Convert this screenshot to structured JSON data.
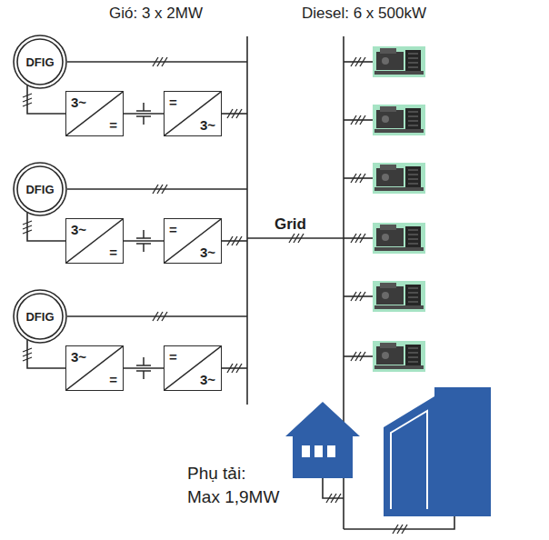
{
  "diagram": {
    "nodes": [
      {
        "text": [
          "DFIG"
        ]
      },
      {
        "text": [
          "3~",
          "="
        ]
      },
      {
        "text": [
          "=",
          "3~"
        ]
      },
      {
        "text": [
          "DFIG"
        ]
      },
      {
        "text": [
          "3~",
          "="
        ]
      },
      {
        "text": [
          "=",
          "3~"
        ]
      },
      {
        "text": [
          "DFIG"
        ]
      },
      {
        "text": [
          "3~",
          "="
        ]
      },
      {
        "text": [
          "=",
          "3~"
        ]
      }
    ],
    "edges": [
      {
        "from": 0,
        "to": 1,
        "arrow": "none"
      },
      {
        "from": 1,
        "to": 2,
        "arrow": "none"
      },
      {
        "from": 3,
        "to": 4,
        "arrow": "none"
      },
      {
        "from": 4,
        "to": 5,
        "arrow": "none"
      },
      {
        "from": 6,
        "to": 7,
        "arrow": "none"
      },
      {
        "from": 7,
        "to": 8,
        "arrow": "none"
      }
    ],
    "labels": [
      "Gió: 3 x 2MW",
      "Diesel: 6 x 500kW",
      "Grid",
      "Phụ tải: Max 1,9MW"
    ]
  }
}
